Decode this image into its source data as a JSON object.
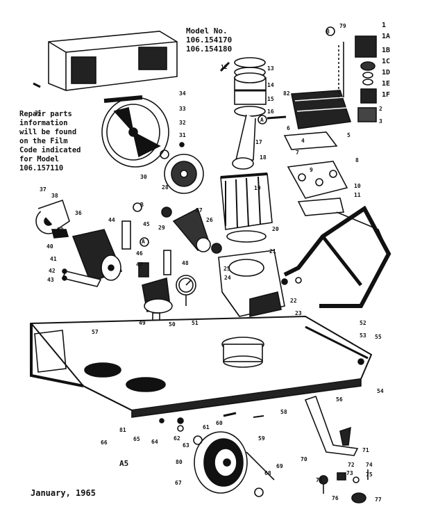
{
  "header": {
    "model_title": "Model No.",
    "model_numbers": [
      "106.154170",
      "106.154180"
    ]
  },
  "repair_note": [
    "Repair parts",
    "information",
    "will be found",
    "on the Film",
    "Code indicated",
    "for Model",
    "106.157110"
  ],
  "footer": {
    "date": "January, 1965",
    "page_code": "A5"
  },
  "refs_right": [
    "1",
    "1A",
    "1B",
    "1C",
    "1D",
    "1E",
    "1F"
  ],
  "refs": {
    "r79": "79",
    "r2": "2",
    "r3": "3",
    "r4": "4",
    "r5": "5",
    "r6": "6",
    "r7": "7",
    "r8": "8",
    "r9": "9",
    "r10": "10",
    "r11": "11",
    "r12": "12",
    "r13": "13",
    "r14": "14",
    "r15": "15",
    "r16": "16",
    "r17": "17",
    "r18": "18",
    "r19": "19",
    "r20": "20",
    "r21": "21",
    "r22": "22",
    "r23": "23",
    "r24": "24",
    "r25": "25",
    "r26": "26",
    "r27": "27",
    "r28": "28",
    "r29": "29",
    "r30": "30",
    "r31": "31",
    "r32": "32",
    "r33": "33",
    "r34": "34",
    "r35": "35",
    "r36": "36",
    "r37": "37",
    "r38": "38",
    "r39": "39",
    "r40": "40",
    "r41": "41",
    "r42": "42",
    "r43": "43",
    "r44": "44",
    "r45": "45",
    "r46": "46",
    "r47": "47",
    "r48": "48",
    "r49": "49",
    "r50": "50",
    "r51": "51",
    "r52": "52",
    "r53": "53",
    "r54": "54",
    "r55": "55",
    "r56": "56",
    "r57": "57",
    "r58": "58",
    "r59": "59",
    "r60": "60",
    "r61": "61",
    "r62": "62",
    "r63": "63",
    "r64": "64",
    "r65": "65",
    "r66": "66",
    "r67": "67",
    "r68": "68",
    "r69": "69",
    "r70": "70",
    "r71": "71",
    "r72": "72",
    "r73": "73",
    "r74": "74",
    "r75": "75",
    "r76": "76",
    "r77": "77",
    "r78": "78",
    "r80": "80",
    "r81": "81",
    "r82": "82",
    "rA1": "A",
    "rA2": "A",
    "rB1": "B",
    "rB2": "B"
  }
}
